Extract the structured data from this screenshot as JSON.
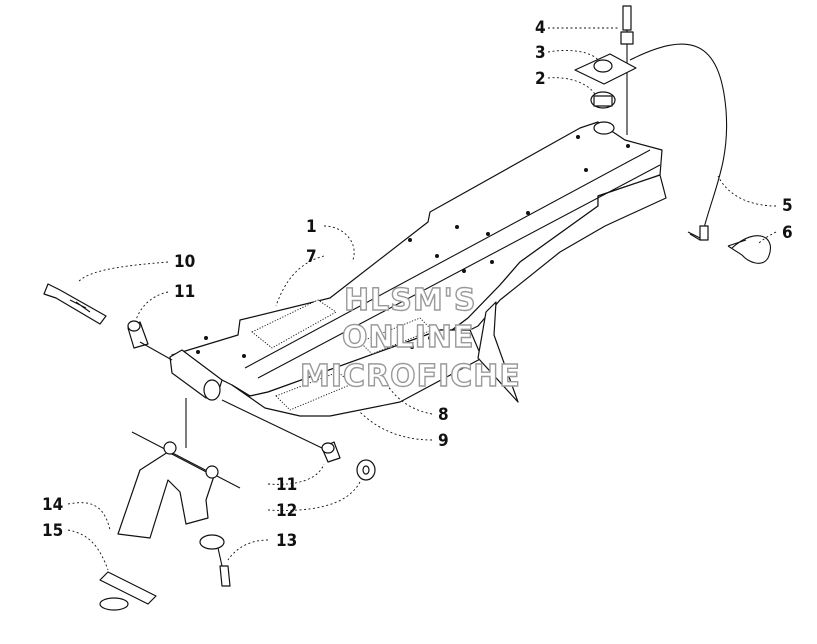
{
  "callouts": [
    "1",
    "2",
    "3",
    "4",
    "5",
    "6",
    "7",
    "8",
    "9",
    "10",
    "11",
    "11",
    "12",
    "13",
    "14",
    "15"
  ],
  "watermark": [
    "HLSM'S",
    "ONLINE",
    "MICROFICHE"
  ],
  "colors": {
    "ink": "#111111",
    "watermark_outline": "#9a9a9a",
    "background": "#ffffff"
  }
}
